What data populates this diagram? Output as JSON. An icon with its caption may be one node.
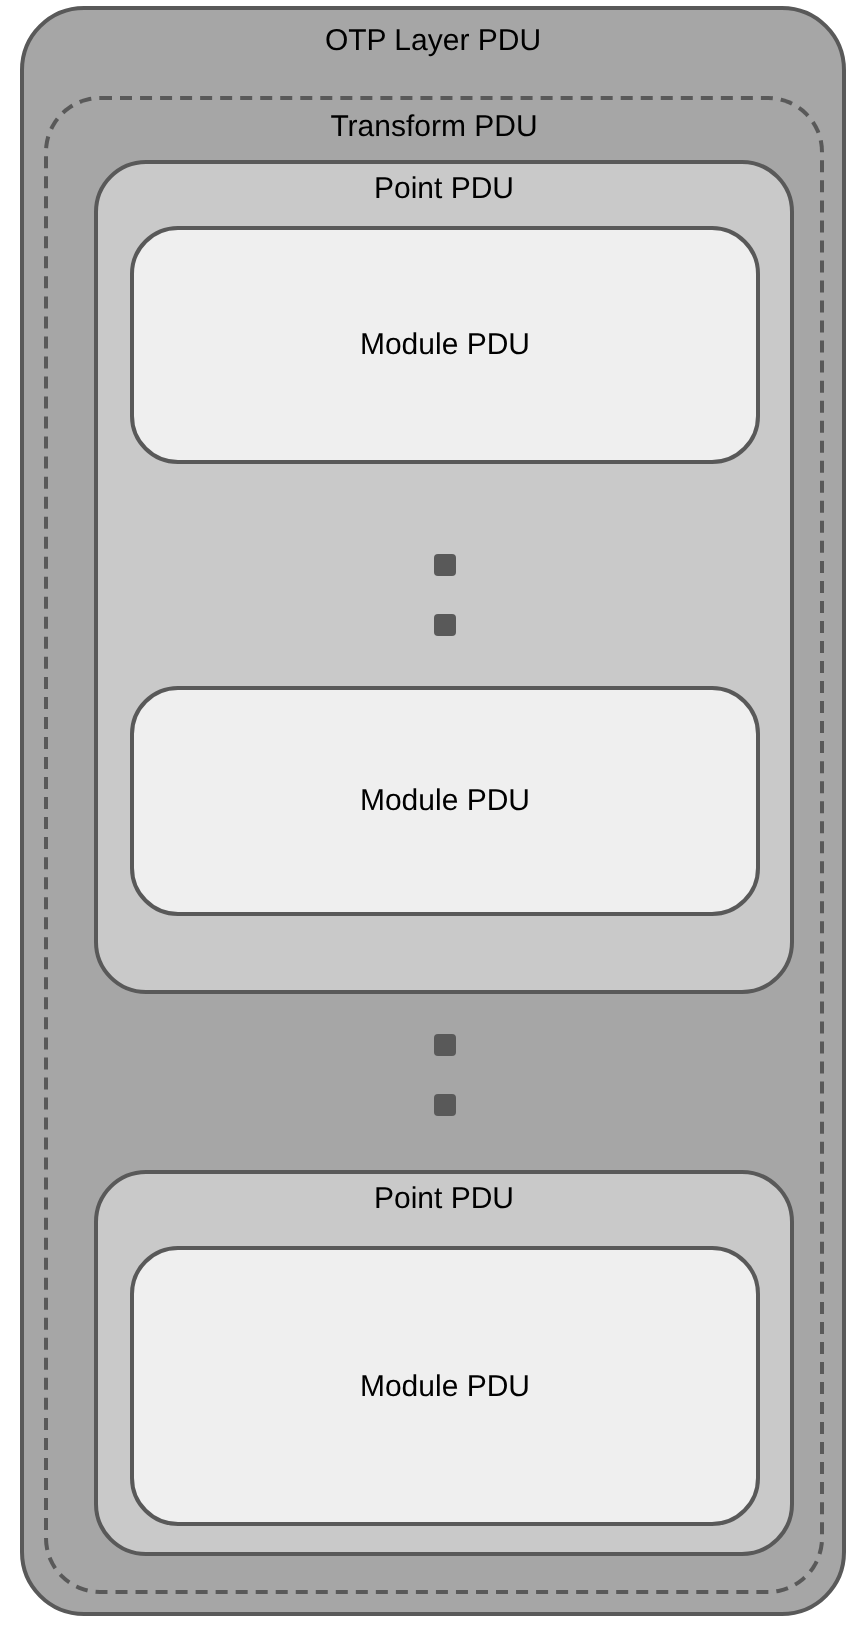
{
  "diagram": {
    "nodes": [
      {
        "text": [
          "OTP Layer PDU"
        ]
      },
      {
        "text": [
          "Transform PDU"
        ],
        "in": 0
      },
      {
        "text": [
          "Point PDU"
        ],
        "in": 1
      },
      {
        "text": [
          "Module PDU"
        ],
        "in": 2
      },
      {
        "text": [
          "Module PDU"
        ],
        "in": 2
      },
      {
        "text": [
          "Point PDU"
        ],
        "in": 1
      },
      {
        "text": [
          "Module PDU"
        ],
        "in": 5
      }
    ]
  }
}
